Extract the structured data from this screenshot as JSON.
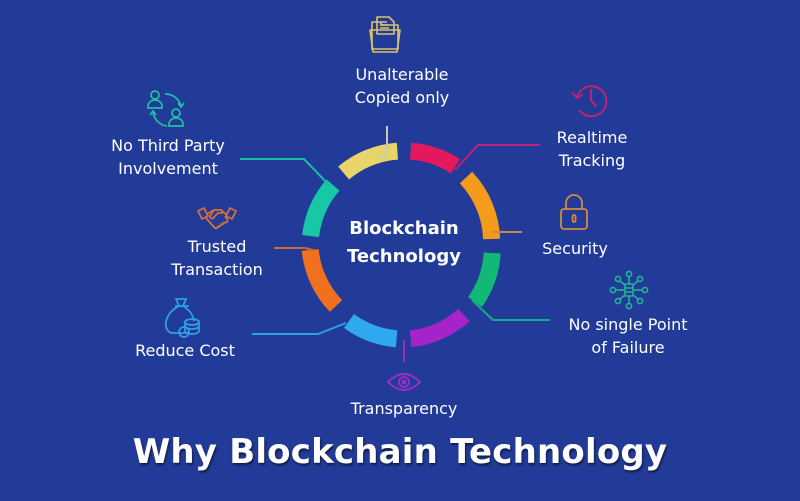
{
  "title": "Why Blockchain Technology",
  "center": {
    "line1": "Blockchain",
    "line2": "Technology"
  },
  "colors": {
    "background": "#223b98",
    "yellow": "#e8d56a",
    "crimson": "#e3185f",
    "orange": "#f59b1c",
    "green": "#12b875",
    "purple": "#a524c9",
    "sky": "#2fa8f0",
    "deep_orange": "#f0701e",
    "teal": "#18c7a6"
  },
  "features": [
    {
      "id": "unalterable",
      "line1": "Unalterable",
      "line2": "Copied only",
      "icon": "folder-document-icon",
      "color": "#e8d56a"
    },
    {
      "id": "realtime",
      "line1": "Realtime",
      "line2": "Tracking",
      "icon": "clock-history-icon",
      "color": "#e3185f"
    },
    {
      "id": "security",
      "line1": "Security",
      "line2": "",
      "icon": "padlock-icon",
      "color": "#f59b1c"
    },
    {
      "id": "no-single-point",
      "line1": "No single Point",
      "line2": "of Failure",
      "icon": "network-nodes-icon",
      "color": "#12b875"
    },
    {
      "id": "transparency",
      "line1": "Transparency",
      "line2": "",
      "icon": "eye-icon",
      "color": "#a524c9"
    },
    {
      "id": "reduce-cost",
      "line1": "Reduce Cost",
      "line2": "",
      "icon": "money-bag-coins-icon",
      "color": "#2fa8f0"
    },
    {
      "id": "trusted",
      "line1": "Trusted",
      "line2": "Transaction",
      "icon": "handshake-icon",
      "color": "#f0701e"
    },
    {
      "id": "no-third-party",
      "line1": "No Third Party",
      "line2": "Involvement",
      "icon": "people-exchange-icon",
      "color": "#18c7a6"
    }
  ]
}
